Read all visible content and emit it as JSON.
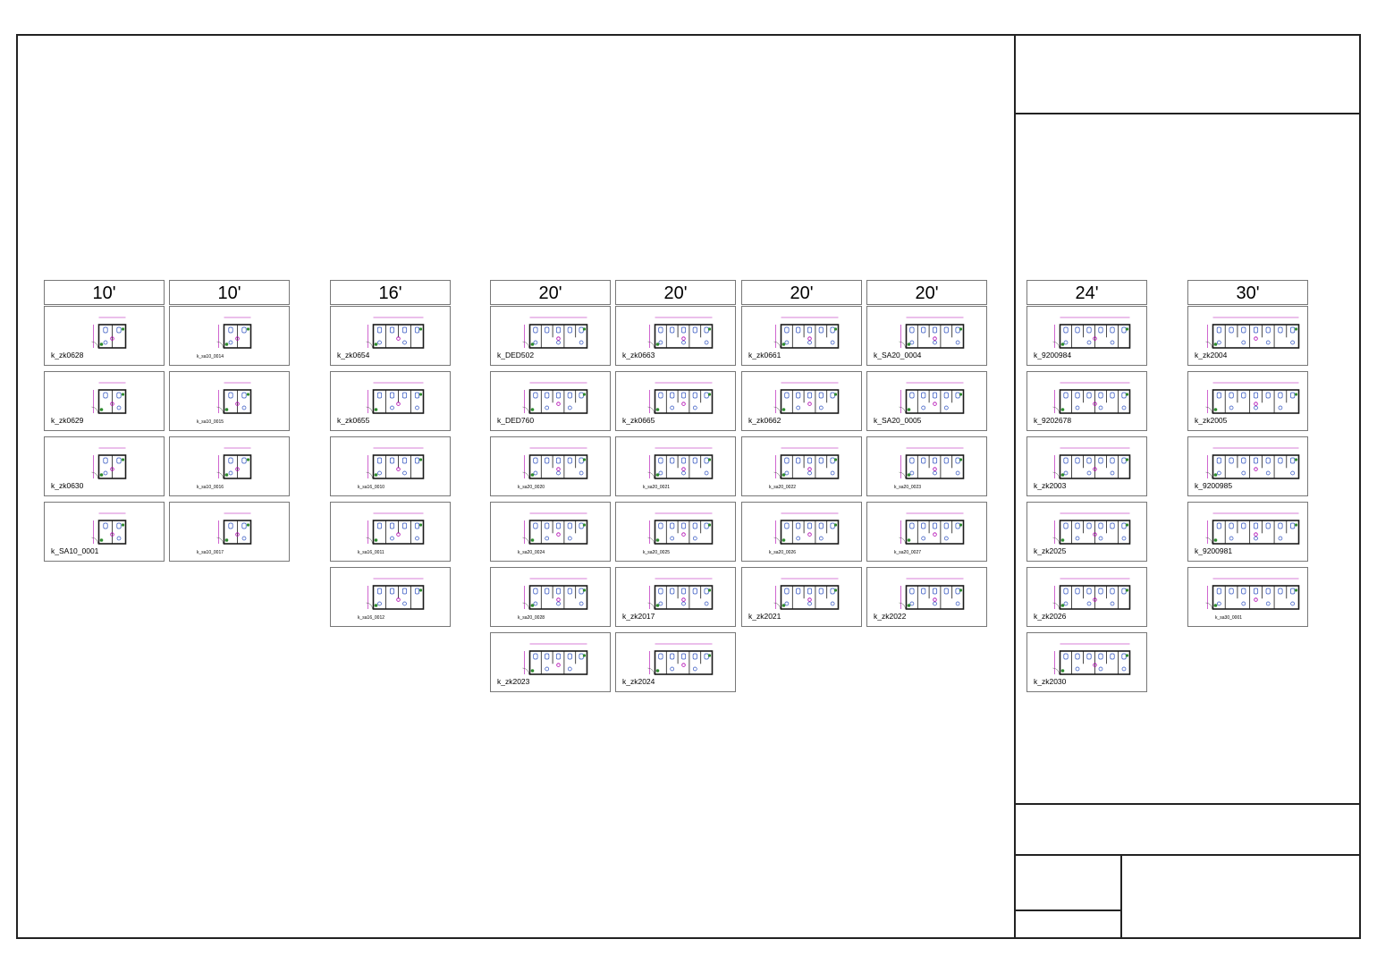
{
  "drawing": {
    "title_block_rows": [
      "",
      "",
      "",
      "",
      ""
    ]
  },
  "columns": [
    {
      "header": "10'",
      "plans": [
        "k_zk0628",
        "k_zk0629",
        "k_zk0630",
        "k_SA10_0001"
      ]
    },
    {
      "header": "10'",
      "plans": [
        "k_sa10_0014",
        "k_sa10_0015",
        "k_sa10_0016",
        "k_sa10_0017"
      ]
    },
    {
      "header": "16'",
      "plans": [
        "k_zk0654",
        "k_zk0655",
        "k_sa16_0010",
        "k_sa16_0011",
        "k_sa16_0012"
      ]
    },
    {
      "header": "20'",
      "plans": [
        "k_DED502",
        "k_DED760",
        "k_sa20_0020",
        "k_sa20_0024",
        "k_sa20_0028",
        "k_zk2023"
      ]
    },
    {
      "header": "20'",
      "plans": [
        "k_zk0663",
        "k_zk0665",
        "k_sa20_0021",
        "k_sa20_0025",
        "k_zk2017",
        "k_zk2024"
      ]
    },
    {
      "header": "20'",
      "plans": [
        "k_zk0661",
        "k_zk0662",
        "k_sa20_0022",
        "k_sa20_0026",
        "k_zk2021"
      ]
    },
    {
      "header": "20'",
      "plans": [
        "k_SA20_0004",
        "k_SA20_0005",
        "k_sa20_0023",
        "k_sa20_0027",
        "k_zk2022"
      ]
    },
    {
      "header": "24'",
      "plans": [
        "k_9200984",
        "k_9202678",
        "k_zk2003",
        "k_zk2025",
        "k_zk2026",
        "k_zk2030"
      ]
    },
    {
      "header": "30'",
      "plans": [
        "k_zk2004",
        "k_zk2005",
        "k_9200985",
        "k_9200981",
        "k_sa30_0001"
      ]
    }
  ],
  "colors": {
    "frame": "#222222",
    "wall": "#1a1a1a",
    "fixture": "#2b4fbf",
    "dimension": "#b000b0",
    "plant": "#2e8b2e"
  }
}
